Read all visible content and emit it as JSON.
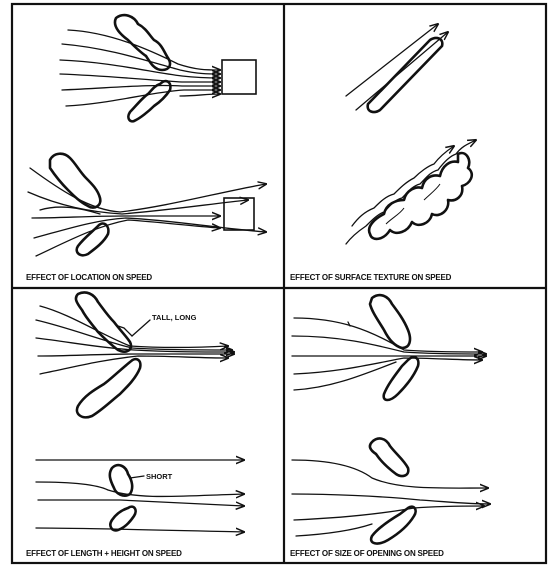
{
  "panels": [
    {
      "caption": "EFFECT OF LOCATION ON SPEED"
    },
    {
      "caption": "EFFECT OF SURFACE TEXTURE ON SPEED"
    },
    {
      "caption": "EFFECT OF LENGTH + HEIGHT ON SPEED",
      "labels": [
        "TALL, LONG",
        "SHORT"
      ]
    },
    {
      "caption": "EFFECT OF SIZE OF OPENING ON SPEED"
    }
  ]
}
